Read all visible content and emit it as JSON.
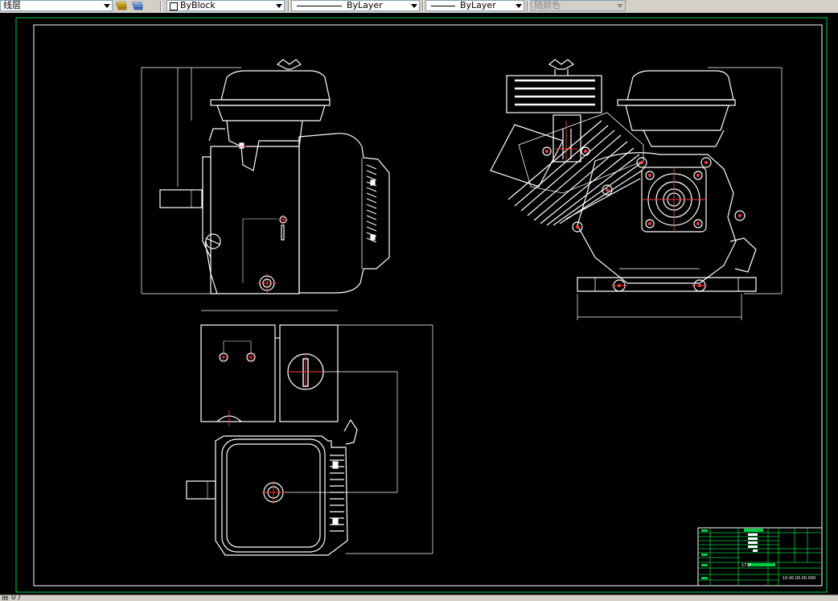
{
  "toolbar": {
    "layer_combo": {
      "value": "线层"
    },
    "color_combo": {
      "value": "ByBlock"
    },
    "linetype_combo": {
      "value": "ByLayer"
    },
    "lineweight_combo": {
      "value": "ByLayer"
    },
    "plotstyle_combo": {
      "value": "随颜色"
    }
  },
  "title_block": {
    "drawing_number": "10.00.00.00.000",
    "name_cell": "173F"
  },
  "status": {
    "text": "层 0 /"
  },
  "colors": {
    "background": "#000000",
    "drawing": "#ffffff",
    "border": "#00cc44",
    "centerline": "#ff3b3b"
  }
}
